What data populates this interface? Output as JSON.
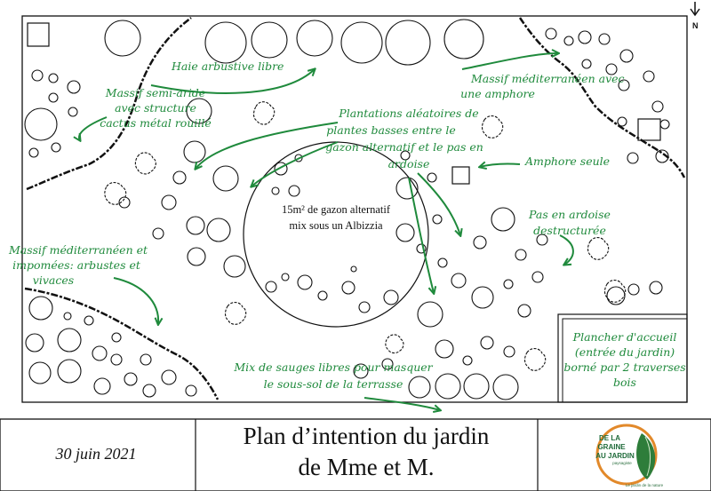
{
  "labels": {
    "haie": "Haie arbustive libre",
    "semi_aride": [
      "Massif semi-aride",
      "avec structure",
      "cactus métal rouillé"
    ],
    "plantations": [
      "Plantations aléatoires de",
      "plantes basses entre le",
      "gazon alternatif et le pas en",
      "ardoise"
    ],
    "med_amphore": [
      "Massif méditerranéen avec",
      "une amphore"
    ],
    "amphore_seule": "Amphore seule",
    "gazon": [
      "15m² de gazon alternatif",
      "mix sous un Albizzia"
    ],
    "pas_ardoise": [
      "Pas en ardoise",
      "destructurée"
    ],
    "med_impomees": [
      "Massif méditerranéen et",
      "impomées: arbustes et",
      "vivaces"
    ],
    "sauges": [
      "Mix de sauges libres pour masquer",
      "le sous-sol de la terrasse"
    ],
    "plancher": [
      "Plancher d'accueil",
      "(entrée du jardin)",
      "borné par 2 traverses",
      "bois"
    ]
  },
  "north": "N",
  "footer": {
    "date": "30 juin 2021",
    "title_line1": "Plan d’intention du jardin",
    "title_line2": "de Mme et M.",
    "logo_lines": [
      "DE LA",
      "GRAINE",
      "AU JARDIN"
    ],
    "logo_small": "paysagiste",
    "logo_tagline": "Le jardin de la nature"
  },
  "colors": {
    "label_green": "#1f8a3c",
    "line": "#111111",
    "logo_green": "#2e7d3a",
    "logo_orange": "#e2892a"
  }
}
